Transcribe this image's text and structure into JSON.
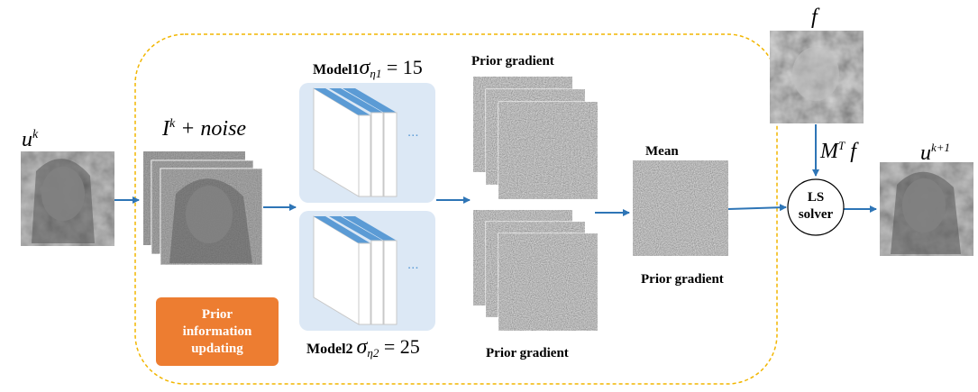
{
  "inputs": {
    "uk_base": "u",
    "uk_sup": "k",
    "noise_I": "I",
    "noise_sup": "k",
    "noise_rest": " + noise"
  },
  "models": {
    "model1_prefix": "Model1",
    "model1_sigma": "σ",
    "model1_sub": "η1",
    "model1_value": " = 15",
    "model2_prefix": "Model2 ",
    "model2_sigma": "σ",
    "model2_sub": "η2",
    "model2_value": " = 25",
    "ellipsis": "..."
  },
  "gradients": {
    "top_label": "Prior gradient",
    "bottom_label": "Prior gradient",
    "mean_label": "Mean",
    "mean_output_label": "Prior gradient"
  },
  "update_box": {
    "line1": "Prior",
    "line2": "information",
    "line3": "updating"
  },
  "observation": {
    "f_label": "f",
    "mtf_M": "M",
    "mtf_sup": "T",
    "mtf_f": " f"
  },
  "solver": {
    "line1": "LS",
    "line2": "solver"
  },
  "output": {
    "base": "u",
    "sup": "k+1"
  },
  "colors": {
    "arrow": "#2e75b6",
    "dashed_border": "#f2b600",
    "orange_box": "#ed7d31",
    "model_panel": "#dce8f5",
    "layer_blue": "#5b9bd5"
  }
}
